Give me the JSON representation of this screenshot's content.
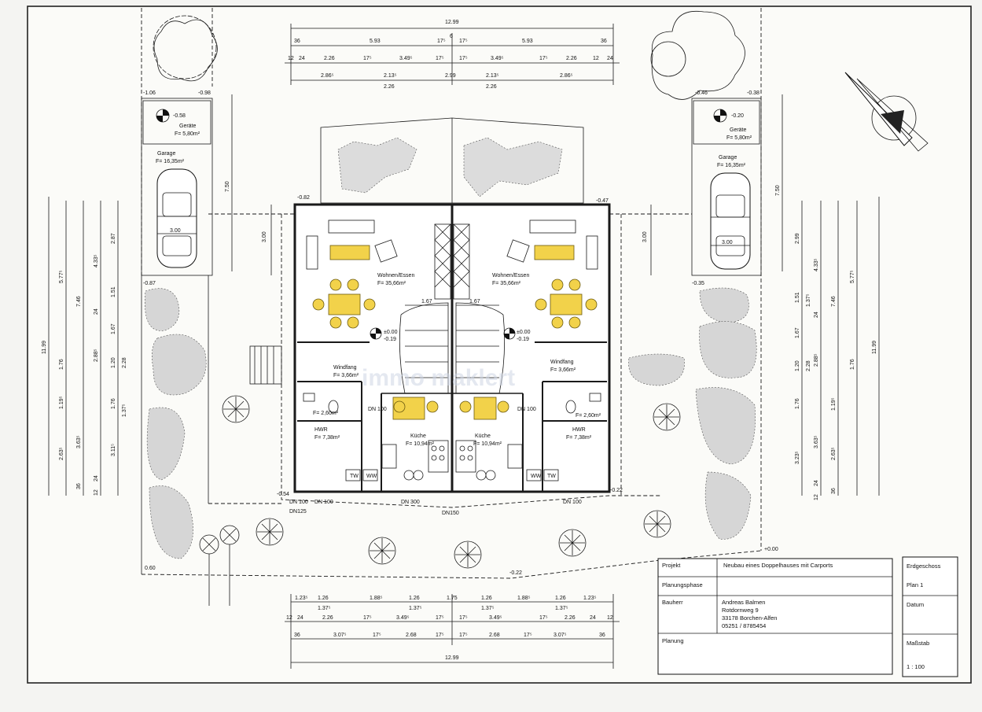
{
  "title_block": {
    "projekt_label": "Projekt",
    "projekt_value": "Neubau eines Doppelhauses mit Carports",
    "planungsphase_label": "Planungsphase",
    "bauherr_label": "Bauherr",
    "bauherr_name": "Andreas Balmen",
    "bauherr_street": "Rotdornweg 9",
    "bauherr_city": "33178 Borchen-Alfen",
    "bauherr_phone": "05251 / 8785454",
    "planung_label": "Planung",
    "sheet_title": "Erdgeschoss",
    "plan_no": "Plan 1",
    "datum_label": "Datum",
    "massstab_label": "Maßstab",
    "massstab_value": "1 : 100"
  },
  "rooms": {
    "wohnen_left": "Wohnen/Essen",
    "wohnen_left_area": "F= 35,66m²",
    "wohnen_right": "Wohnen/Essen",
    "wohnen_right_area": "F= 35,66m²",
    "windfang_left": "Windfang",
    "windfang_left_area": "F= 3,66m²",
    "windfang_right": "Windfang",
    "windfang_right_area": "F= 3,66m²",
    "wc_left_area": "F= 2,60m²",
    "wc_right_area": "F= 2,60m²",
    "hwr_left": "HWR",
    "hwr_left_area": "F= 7,38m²",
    "hwr_right": "HWR",
    "hwr_right_area": "F= 7,38m²",
    "kueche_left": "Küche",
    "kueche_left_area": "F= 10,94m²",
    "kueche_right": "Küche",
    "kueche_right_area": "F= 10,94m²",
    "garage_left": "Garage",
    "garage_left_area": "F= 16,35m²",
    "garage_right": "Garage",
    "garage_right_area": "F= 16,35m²",
    "geraete_left": "Geräte",
    "geraete_left_area": "F= 5,80m²",
    "geraete_right": "Geräte",
    "geraete_right_area": "F= 5,80m²",
    "tw": "TW",
    "ww": "WW"
  },
  "levels": {
    "garage_left_level": "-0.58",
    "garage_right_level": "-0.20",
    "floor_left_level": "±0.00",
    "floor_left_sub": "-0.19",
    "floor_right_level": "±0.00",
    "floor_right_sub": "-0.19",
    "corner_tl": "-0.82",
    "corner_tr": "-0.47",
    "corner_bl": "-0.54",
    "corner_br": "-0.22",
    "bottom_mid": "-0.22",
    "bottom_right": "+0.00",
    "gl_tl": "-1.06",
    "gl_tr": "-0.98",
    "gr_tl": "-0.46",
    "gr_tr": "-0.38",
    "left_mid": "-0.87",
    "right_mid": "-0.35",
    "bottom_left": "0.60"
  },
  "top_dims": {
    "overall": "12.99",
    "row1": [
      "36",
      "5.93",
      "17⁵",
      "6",
      "17⁵",
      "5.93",
      "36"
    ],
    "row2": [
      "12",
      "24",
      "2.26",
      "17⁵",
      "3.49⁵",
      "17⁵",
      "17⁵",
      "3.49⁵",
      "17⁵",
      "2.26",
      "12",
      "24"
    ],
    "row3": [
      "2.86⁵",
      "2.13⁵",
      "2.99",
      "2.13⁵",
      "2.86⁵"
    ],
    "row3b": [
      "2.26",
      "2.26"
    ]
  },
  "bottom_dims": {
    "row1": [
      "1.23⁵",
      "1.26",
      "1.88⁵",
      "1.26",
      "1.75",
      "1.26",
      "1.88⁵",
      "1.26",
      "1.23⁵"
    ],
    "row1b": [
      "1.37⁵",
      "1.37⁵",
      "1.37⁵",
      "1.37⁵"
    ],
    "row2": [
      "12",
      "24",
      "2.26",
      "17⁵",
      "3.49⁵",
      "17⁵",
      "17⁵",
      "3.49⁵",
      "17⁵",
      "2.26",
      "24",
      "12"
    ],
    "row3": [
      "36",
      "3.07⁵",
      "17⁵",
      "2.68",
      "17⁵",
      "17⁵",
      "2.68",
      "17⁵",
      "3.07⁵",
      "36"
    ],
    "overall": "12.99"
  },
  "side_dims": {
    "left_overall": "11.99",
    "right_overall": "11.99",
    "left_cols": [
      "5.77⁵",
      "7.46",
      "4.33⁵",
      "2.87",
      "1.51",
      "24",
      "1.67",
      "1.76",
      "2.88⁵",
      "1.20",
      "2.28",
      "1.76",
      "1.37⁵",
      "1.19⁵",
      "2.63⁵",
      "3.63⁵",
      "3.11⁵",
      "36",
      "24",
      "12"
    ],
    "right_cols": [
      "2.99",
      "1.37⁵",
      "4.33⁵",
      "7.46",
      "5.77⁵",
      "1.51",
      "24",
      "1.67",
      "1.76",
      "2.88⁵",
      "1.20",
      "2.28",
      "1.76",
      "1.19⁵",
      "3.23⁵",
      "3.63⁵",
      "2.63⁵",
      "36",
      "24",
      "12"
    ],
    "garage_depth": "7.50",
    "carport_width": "3.00",
    "window_left": "3.00",
    "window_right": "3.00",
    "stair_left": "1.67",
    "stair_right": "1.67"
  },
  "pipes": {
    "dn100": "DN 100",
    "dn125": "DN125",
    "dn150": "DN150",
    "dn300": "DN 300"
  },
  "watermark": "immo maklert"
}
